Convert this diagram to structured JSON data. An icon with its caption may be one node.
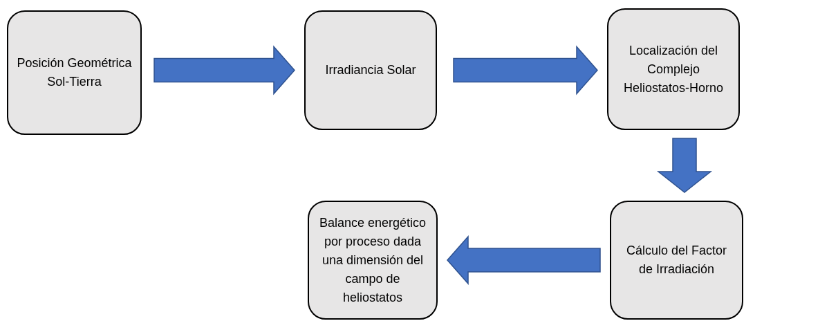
{
  "diagram": {
    "nodes": [
      {
        "text": [
          "Posición Geométrica Sol-Tierra"
        ]
      },
      {
        "text": [
          "Irradiancia Solar"
        ]
      },
      {
        "text": [
          "Localización del Complejo Heliostatos-Horno"
        ]
      },
      {
        "text": [
          "Cálculo del Factor de Irradiación"
        ]
      },
      {
        "text": [
          "Balance energético por proceso dada una dimensión del campo de heliostatos"
        ]
      }
    ],
    "edges": [
      {
        "from": 0,
        "to": 1,
        "arrow": "to"
      },
      {
        "from": 1,
        "to": 2,
        "arrow": "to"
      },
      {
        "from": 2,
        "to": 3,
        "arrow": "to"
      },
      {
        "from": 3,
        "to": 4,
        "arrow": "to"
      }
    ]
  }
}
